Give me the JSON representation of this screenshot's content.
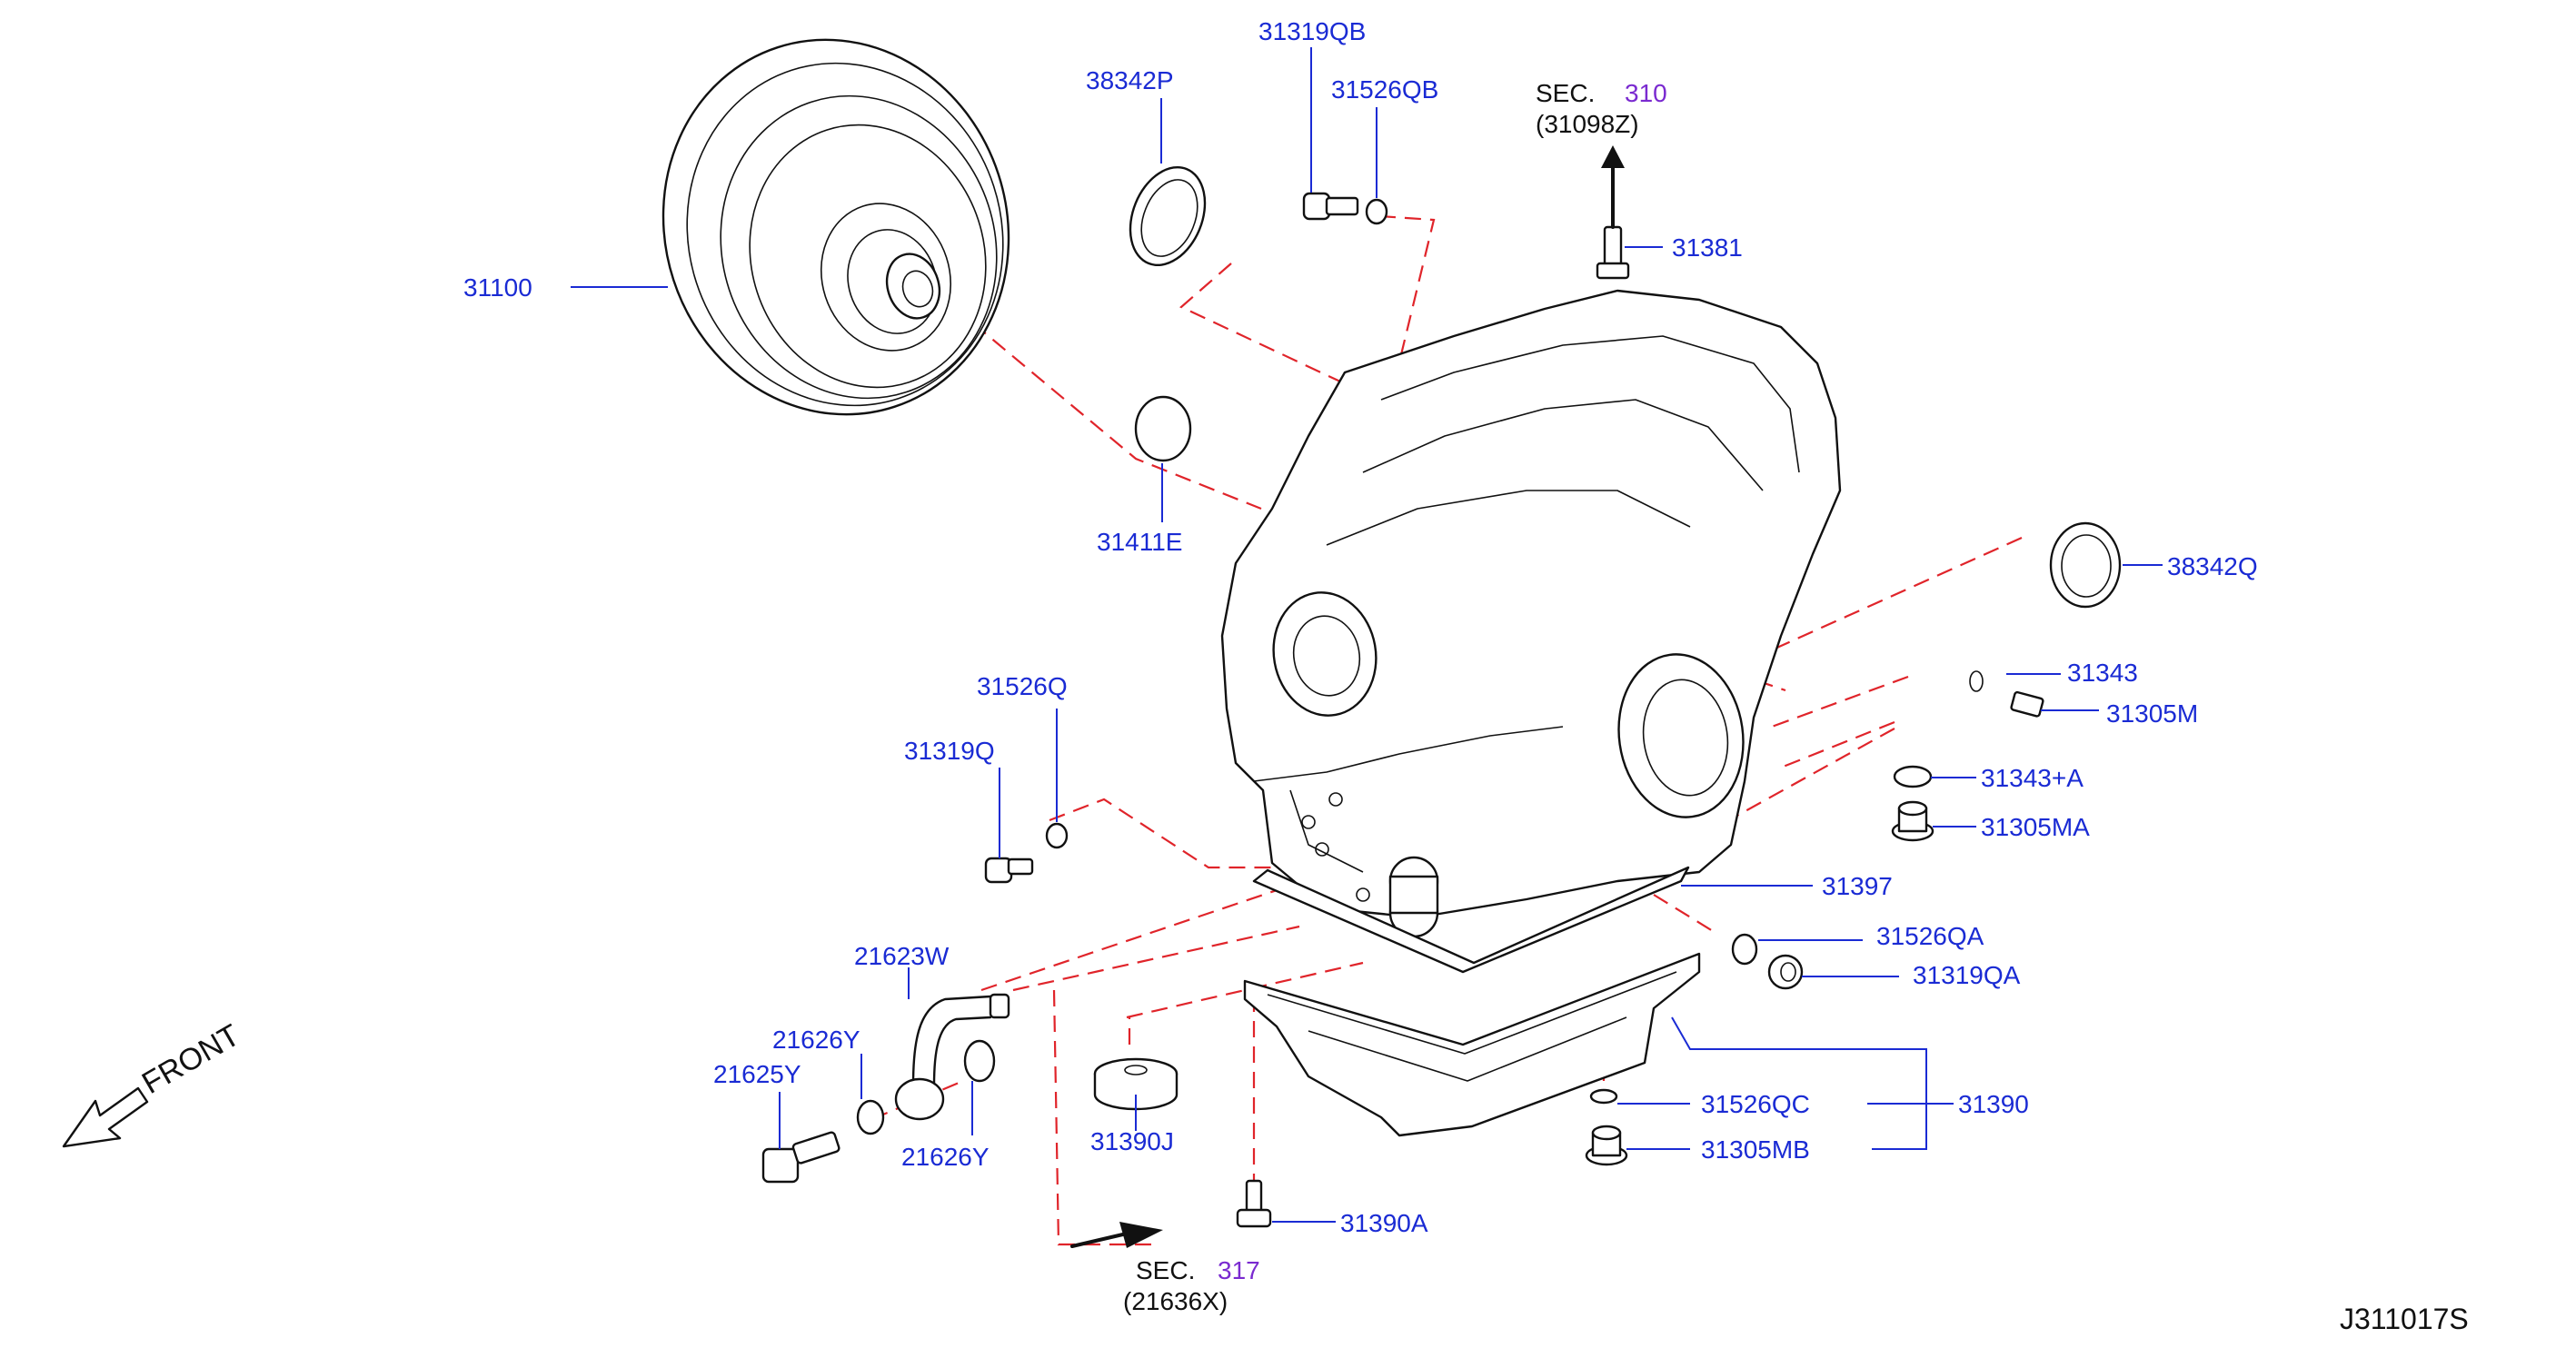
{
  "diagram": {
    "code": "J311017S",
    "front": "FRONT",
    "sections": [
      {
        "id": "sec310",
        "prefix": "SEC.",
        "num": "310",
        "ref": "(31098Z)"
      },
      {
        "id": "sec317",
        "prefix": "SEC.",
        "num": "317",
        "ref": "(21636X)"
      }
    ],
    "labels": {
      "p31100": "31100",
      "p38342P": "38342P",
      "p31319QB": "31319QB",
      "p31526QB": "31526QB",
      "p31381": "31381",
      "p31411E": "31411E",
      "p38342Q": "38342Q",
      "p31343": "31343",
      "p31305M": "31305M",
      "p31343A": "31343+A",
      "p31305MA": "31305MA",
      "p31526Q": "31526Q",
      "p31319Q": "31319Q",
      "p31397": "31397",
      "p31526QA": "31526QA",
      "p31319QA": "31319QA",
      "p21623W": "21623W",
      "p21626Y_top": "21626Y",
      "p21625Y": "21625Y",
      "p21626Y_bottom": "21626Y",
      "p31390J": "31390J",
      "p31526QC": "31526QC",
      "p31390": "31390",
      "p31305MB": "31305MB",
      "p31390A": "31390A"
    },
    "colors": {
      "part_number": "#1a2bd4",
      "leader_line": "#1a2bd4",
      "hidden_line": "#e0242a",
      "section_number": "#7a2ad0",
      "outline": "#111111"
    }
  }
}
